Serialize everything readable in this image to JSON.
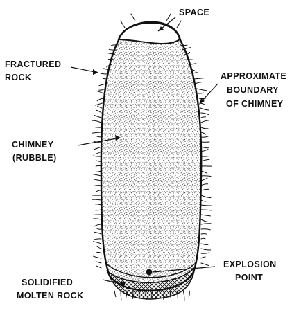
{
  "diagram": {
    "labels": {
      "space": "SPACE",
      "fractured_rock": [
        "FRACTURED",
        "ROCK"
      ],
      "approximate_boundary": [
        "APPROXIMATE",
        "BOUNDARY",
        "OF CHIMNEY"
      ],
      "chimney": [
        "CHIMNEY",
        "(RUBBLE)"
      ],
      "explosion_point": [
        "EXPLOSION",
        "POINT"
      ],
      "solidified_molten_rock": [
        "SOLIDIFIED",
        "MOLTEN ROCK"
      ]
    },
    "colors": {
      "ink": "#111111",
      "background": "#ffffff",
      "rubble_stipple": "#2a2a2a"
    }
  }
}
